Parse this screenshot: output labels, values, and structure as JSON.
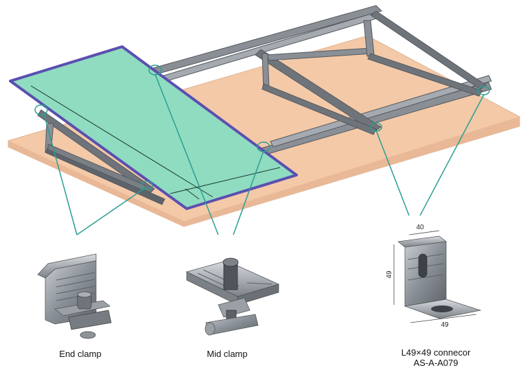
{
  "colors": {
    "roof_surface": "#f3c9a8",
    "panel_fill": "#8fdcc0",
    "panel_frame": "#5b4fb0",
    "rail_metal": "#7b7f86",
    "callout_line": "#2a9e92",
    "clamp_metal": "#8d9399"
  },
  "components": [
    {
      "id": "end_clamp",
      "label": "End clamp",
      "icon": "end-clamp-icon"
    },
    {
      "id": "mid_clamp",
      "label": "Mid clamp",
      "icon": "mid-clamp-icon"
    },
    {
      "id": "connector",
      "label_line1": "L49×49 connecor",
      "label_line2": "AS-A-A079",
      "icon": "l-bracket-icon"
    }
  ],
  "dimensions": {
    "top_width": "40",
    "side_height": "49",
    "bottom_width": "49"
  }
}
